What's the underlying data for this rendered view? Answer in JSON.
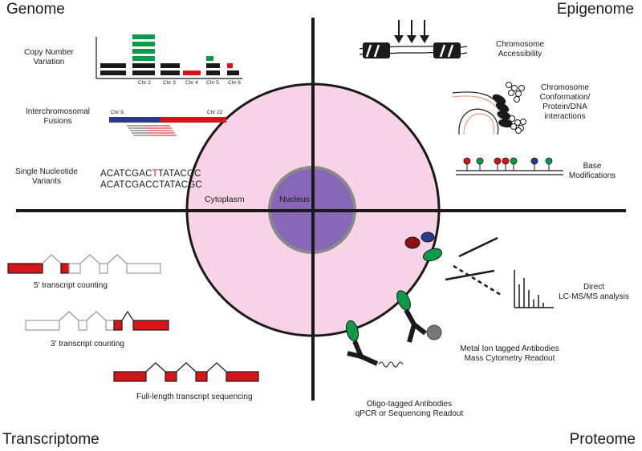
{
  "corners": {
    "genome": "Genome",
    "epigenome": "Epigenome",
    "transcriptome": "Transcriptome",
    "proteome": "Proteome"
  },
  "cell": {
    "cytoplasm": "Cytoplasm",
    "nucleus": "Nucleus"
  },
  "genome": {
    "cnv_label": [
      "Copy Number",
      "Variation"
    ],
    "cnv_chromosomes": [
      "Chr 2",
      "Chr 3",
      "Chr 4",
      "Chr 5",
      "Chr 6"
    ],
    "fusion_label": "Interchromosomal",
    "fusion_label2": "Fusions",
    "fusion_left": "Chr 9",
    "fusion_right": "Chr 22",
    "snv_label": [
      "Single Nucleotide",
      "Variants"
    ],
    "snv_seq1_pre": "ACATCGAC",
    "snv_seq1_var": "T",
    "snv_seq1_post": "TATACGC",
    "snv_seq2": "ACATCGACCTATACGC"
  },
  "epigenome": {
    "accessibility": [
      "Chromosome",
      "Accessibility"
    ],
    "conformation": [
      "Chromosome",
      "Conformation/",
      "Protein/DNA",
      "interactions"
    ],
    "base_mod": [
      "Base",
      "Modifications"
    ]
  },
  "transcriptome": {
    "five_prime": "5’ transcript counting",
    "three_prime": "3’ transcript counting",
    "full_length": "Full-length transcript sequencing"
  },
  "proteome": {
    "direct": [
      "Direct",
      "LC-MS/MS analysis"
    ],
    "metal": [
      "Metal Ion tagged Antibodies",
      "Mass Cytometry Readout"
    ],
    "oligo": [
      "Oligo-tagged Antibodies",
      "qPCR or Sequencing Readout"
    ]
  },
  "colors": {
    "cytoplasm": "#f8d3e6",
    "nucleus": "#8866b8",
    "nucleus_border": "#8a8a8a",
    "red": "#d7141a",
    "green": "#0a9a48",
    "navy": "#273a8c",
    "dark_red": "#8b1212",
    "grey": "#777777"
  }
}
